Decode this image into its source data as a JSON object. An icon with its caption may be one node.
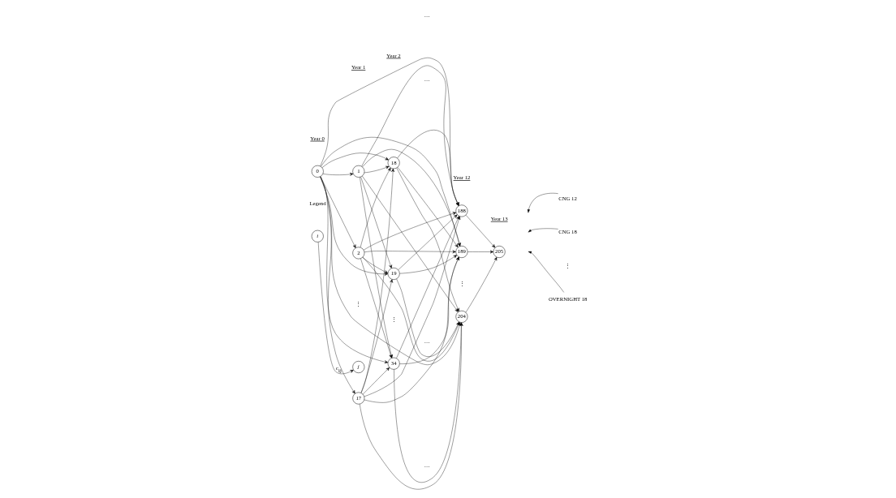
{
  "diagram": {
    "nodes": [
      {
        "text": [
          "0"
        ]
      },
      {
        "text": [
          "1"
        ]
      },
      {
        "text": [
          "18"
        ]
      },
      {
        "text": [
          "188"
        ]
      },
      {
        "text": [
          "CNG 12"
        ]
      },
      {
        "text": [
          "2"
        ]
      },
      {
        "text": [
          "19"
        ]
      },
      {
        "text": [
          "189"
        ]
      },
      {
        "text": [
          "CNG 18"
        ]
      },
      {
        "text": [
          "i"
        ]
      },
      {
        "text": [
          "j"
        ]
      },
      {
        "text": [
          "17"
        ]
      },
      {
        "text": [
          "34"
        ]
      },
      {
        "text": [
          "204"
        ]
      },
      {
        "text": [
          "205"
        ]
      },
      {
        "text": [
          "OVERNIGHT 18"
        ]
      }
    ],
    "edges": [
      {
        "from": 0,
        "to": 1,
        "arrow": "to"
      },
      {
        "from": 0,
        "to": 5,
        "arrow": "to"
      },
      {
        "from": 0,
        "to": 11,
        "arrow": "to"
      },
      {
        "from": 0,
        "to": 2,
        "arrow": "to"
      },
      {
        "from": 0,
        "to": 6,
        "arrow": "to"
      },
      {
        "from": 0,
        "to": 12,
        "arrow": "to"
      },
      {
        "from": 0,
        "to": 3,
        "arrow": "to"
      },
      {
        "from": 0,
        "to": 7,
        "arrow": "to"
      },
      {
        "from": 0,
        "to": 13,
        "arrow": "to"
      },
      {
        "from": 1,
        "to": 2,
        "arrow": "to"
      },
      {
        "from": 1,
        "to": 6,
        "arrow": "to"
      },
      {
        "from": 1,
        "to": 12,
        "arrow": "to"
      },
      {
        "from": 1,
        "to": 3,
        "arrow": "to"
      },
      {
        "from": 1,
        "to": 7,
        "arrow": "to"
      },
      {
        "from": 1,
        "to": 13,
        "arrow": "to"
      },
      {
        "from": 5,
        "to": 2,
        "arrow": "to"
      },
      {
        "from": 5,
        "to": 6,
        "arrow": "to"
      },
      {
        "from": 5,
        "to": 12,
        "arrow": "to"
      },
      {
        "from": 5,
        "to": 3,
        "arrow": "to"
      },
      {
        "from": 5,
        "to": 7,
        "arrow": "to"
      },
      {
        "from": 5,
        "to": 13,
        "arrow": "to"
      },
      {
        "from": 11,
        "to": 2,
        "arrow": "to"
      },
      {
        "from": 11,
        "to": 6,
        "arrow": "to"
      },
      {
        "from": 11,
        "to": 12,
        "arrow": "to"
      },
      {
        "from": 11,
        "to": 3,
        "arrow": "to"
      },
      {
        "from": 11,
        "to": 7,
        "arrow": "to"
      },
      {
        "from": 11,
        "to": 13,
        "arrow": "to"
      },
      {
        "from": 2,
        "to": 3,
        "arrow": "to"
      },
      {
        "from": 2,
        "to": 7,
        "arrow": "to"
      },
      {
        "from": 2,
        "to": 13,
        "arrow": "to"
      },
      {
        "from": 6,
        "to": 3,
        "arrow": "to"
      },
      {
        "from": 6,
        "to": 7,
        "arrow": "to"
      },
      {
        "from": 6,
        "to": 13,
        "arrow": "to"
      },
      {
        "from": 12,
        "to": 3,
        "arrow": "to"
      },
      {
        "from": 12,
        "to": 7,
        "arrow": "to"
      },
      {
        "from": 12,
        "to": 13,
        "arrow": "to"
      },
      {
        "from": 3,
        "to": 14,
        "arrow": "to"
      },
      {
        "from": 7,
        "to": 14,
        "arrow": "to"
      },
      {
        "from": 13,
        "to": 14,
        "arrow": "to"
      },
      {
        "from": 9,
        "to": 10,
        "arrow": "to",
        "label": "c$_{ij}$"
      },
      {
        "from": 4,
        "to": null,
        "arrow": "to"
      },
      {
        "from": 8,
        "to": null,
        "arrow": "to"
      },
      {
        "from": 15,
        "to": null,
        "arrow": "to"
      }
    ],
    "labels": [
      "Year 0",
      "Year 1",
      "Year 2",
      "…",
      "Year 12",
      "Year 13",
      "…",
      "…",
      "⋮",
      "⋮",
      "⋮",
      "⋮",
      "Legend",
      "…"
    ]
  }
}
